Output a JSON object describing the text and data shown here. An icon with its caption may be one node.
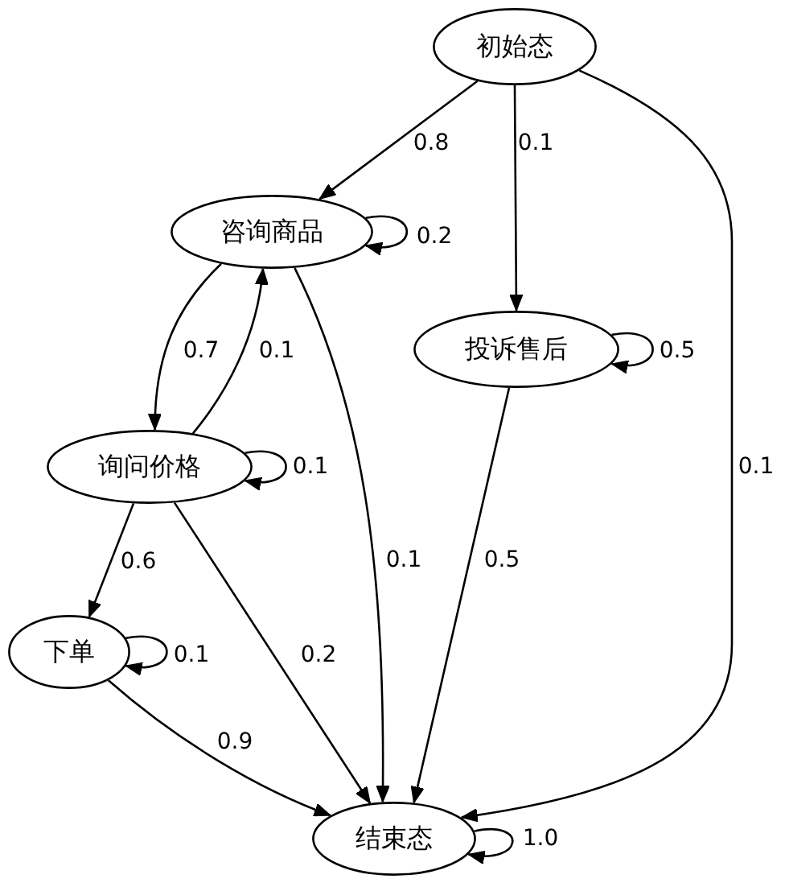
{
  "diagram": {
    "nodes": [
      {
        "text": [
          "初始态"
        ]
      },
      {
        "text": [
          "咨询商品"
        ]
      },
      {
        "text": [
          "投诉售后"
        ]
      },
      {
        "text": [
          "询问价格"
        ]
      },
      {
        "text": [
          "下单"
        ]
      },
      {
        "text": [
          "结束态"
        ]
      }
    ],
    "edges": [
      {
        "from": 0,
        "to": 1,
        "arrow": "to",
        "label": "0.8"
      },
      {
        "from": 0,
        "to": 2,
        "arrow": "to",
        "label": "0.1"
      },
      {
        "from": 0,
        "to": 5,
        "arrow": "to",
        "label": "0.1"
      },
      {
        "from": 1,
        "to": 1,
        "arrow": "to",
        "label": "0.2"
      },
      {
        "from": 1,
        "to": 3,
        "arrow": "to",
        "label": "0.7"
      },
      {
        "from": 3,
        "to": 1,
        "arrow": "to",
        "label": "0.1"
      },
      {
        "from": 1,
        "to": 5,
        "arrow": "to",
        "label": "0.1"
      },
      {
        "from": 2,
        "to": 2,
        "arrow": "to",
        "label": "0.5"
      },
      {
        "from": 2,
        "to": 5,
        "arrow": "to",
        "label": "0.5"
      },
      {
        "from": 3,
        "to": 3,
        "arrow": "to",
        "label": "0.1"
      },
      {
        "from": 3,
        "to": 4,
        "arrow": "to",
        "label": "0.6"
      },
      {
        "from": 3,
        "to": 5,
        "arrow": "to",
        "label": "0.2"
      },
      {
        "from": 4,
        "to": 4,
        "arrow": "to",
        "label": "0.1"
      },
      {
        "from": 4,
        "to": 5,
        "arrow": "to",
        "label": "0.9"
      },
      {
        "from": 5,
        "to": 5,
        "arrow": "to",
        "label": "1.0"
      }
    ]
  }
}
